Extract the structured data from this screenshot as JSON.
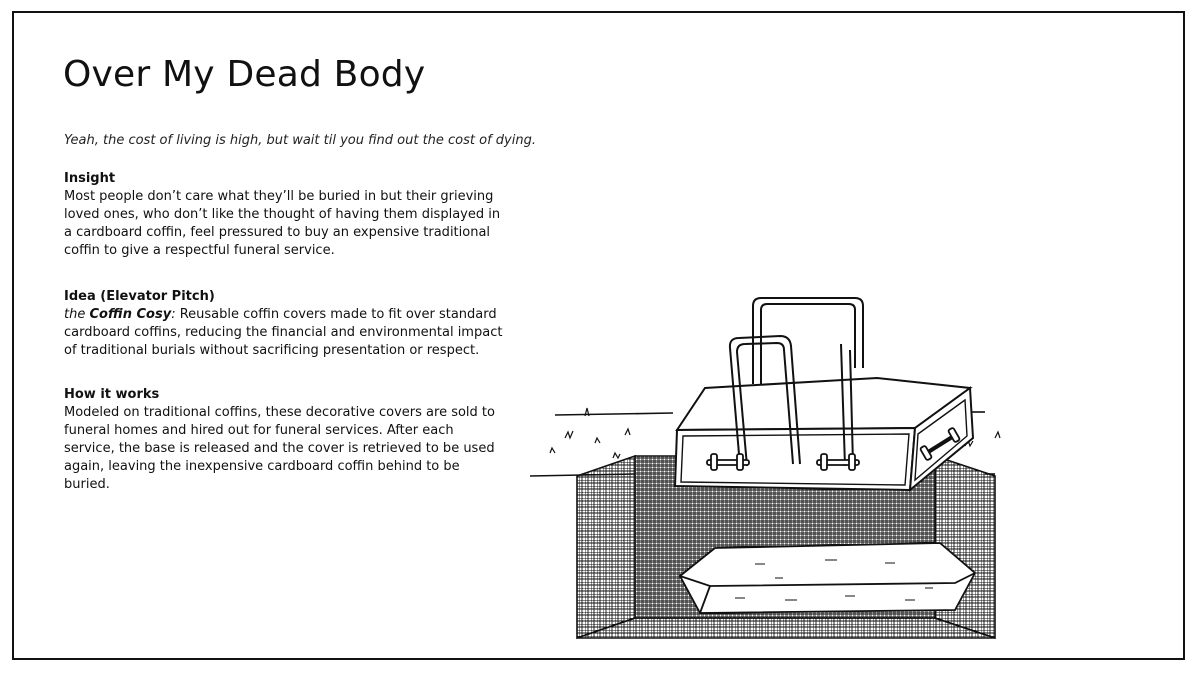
{
  "title": "Over My Dead Body",
  "tagline": "Yeah, the cost of living is high, but wait til you find out the cost of dying.",
  "sections": {
    "insight": {
      "heading": "Insight",
      "body": "Most people don’t care what they’ll be buried in but their grieving loved ones, who don’t like the thought of having them displayed in a cardboard coffin, feel pressured to buy an expensive traditional coffin to give a respectful funeral service."
    },
    "idea": {
      "heading": "Idea (Elevator Pitch)",
      "prefix": "the ",
      "product": "Coffin Cosy",
      "suffix": ":",
      "body": " Reusable coffin covers made to fit over standard cardboard coffins, reducing the financial and environmental impact of traditional burials without sacrificing presentation or respect."
    },
    "how": {
      "heading": "How it works",
      "body": "Modeled on traditional coffins, these decorative covers are sold to funeral homes and hired out for funeral services. After each service, the base is released and the cover is retrieved to be used again, leaving the inexpensive cardboard coffin behind to be buried."
    }
  },
  "illustration": {
    "subject": "coffin-cover-lifted-over-cardboard-coffin-in-grave"
  }
}
